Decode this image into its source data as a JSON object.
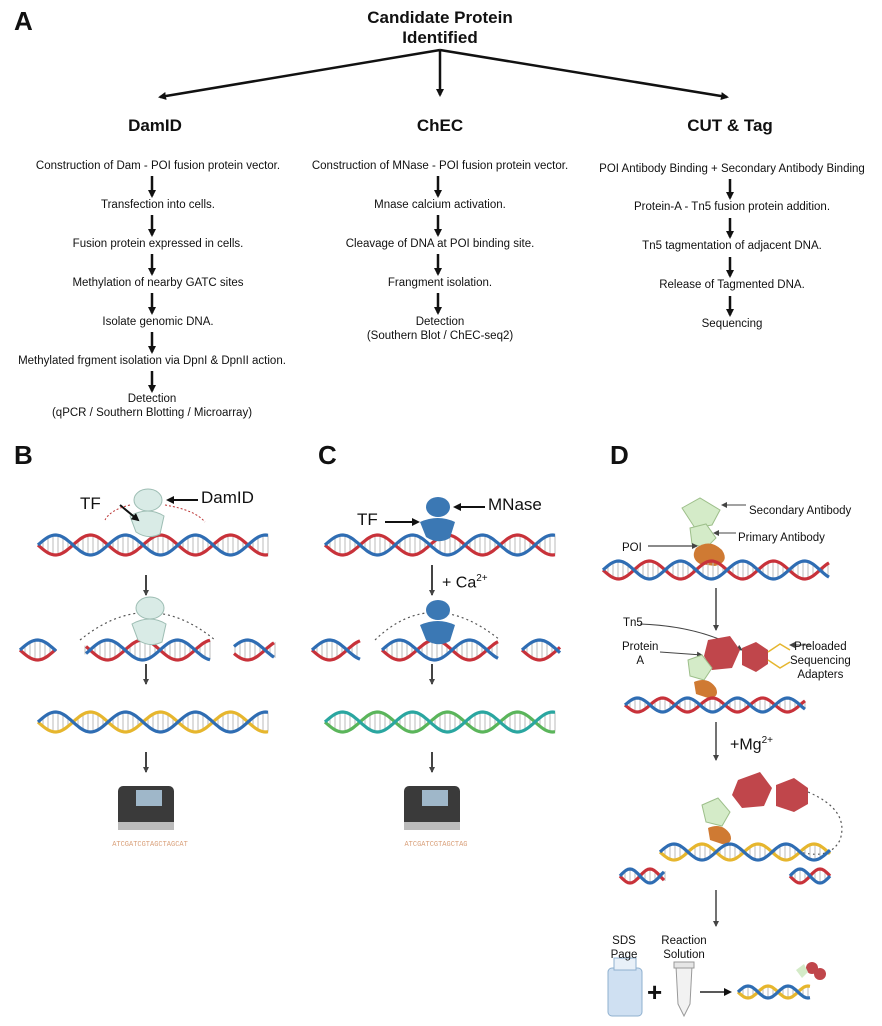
{
  "panels": {
    "a": "A",
    "b": "B",
    "c": "C",
    "d": "D"
  },
  "root": {
    "line1": "Candidate Protein",
    "line2": "Identified"
  },
  "methods": [
    {
      "title": "DamID",
      "steps": [
        "Construction of Dam - POI fusion protein vector.",
        "Transfection into cells.",
        "Fusion protein expressed in cells.",
        "Methylation of nearby GATC sites",
        "Isolate genomic DNA.",
        "Methylated frgment isolation via DpnI & DpnII action.",
        "Detection",
        "(qPCR / Southern Blotting / Microarray)"
      ]
    },
    {
      "title": "ChEC",
      "steps": [
        "Construction of MNase - POI fusion protein vector.",
        "Mnase calcium activation.",
        "Cleavage of DNA at POI binding site.",
        "Frangment isolation.",
        "Detection",
        "(Southern Blot / ChEC-seq2)"
      ]
    },
    {
      "title": "CUT & Tag",
      "steps": [
        "POI Antibody Binding + Secondary Antibody Binding",
        "Protein-A - Tn5 fusion protein addition.",
        "Tn5 tagmentation of adjacent DNA.",
        "Release of Tagmented DNA.",
        "Sequencing"
      ]
    }
  ],
  "panel_b": {
    "tf": "TF",
    "damid": "DamID"
  },
  "panel_c": {
    "tf": "TF",
    "mnase": "MNase",
    "ca": "+ Ca",
    "ca_sup": "2+"
  },
  "panel_d": {
    "secondary": "Secondary Antibody",
    "primary": "Primary Antibody",
    "poi": "POI",
    "tn5": "Tn5",
    "protein_a1": "Protein",
    "protein_a2": "A",
    "adapters1": "Preloaded",
    "adapters2": "Sequencing",
    "adapters3": "Adapters",
    "mg": "+Mg",
    "mg_sup": "2+",
    "sds1": "SDS",
    "sds2": "Page",
    "reaction1": "Reaction",
    "reaction2": "Solution",
    "plus": "+"
  },
  "colors": {
    "dna_red": "#c8323a",
    "dna_blue": "#2f6db3",
    "dna_yellow": "#e6b62e",
    "dna_orange": "#e07a2a",
    "dna_green": "#5bb55b",
    "dna_teal": "#2aa6a0",
    "protein_pale": "#d8ecd2",
    "mnase_blue": "#3b78b4",
    "tn5_red": "#c0464b",
    "antibody_green": "#cfe7c2",
    "poi_orange": "#cf7a33"
  }
}
